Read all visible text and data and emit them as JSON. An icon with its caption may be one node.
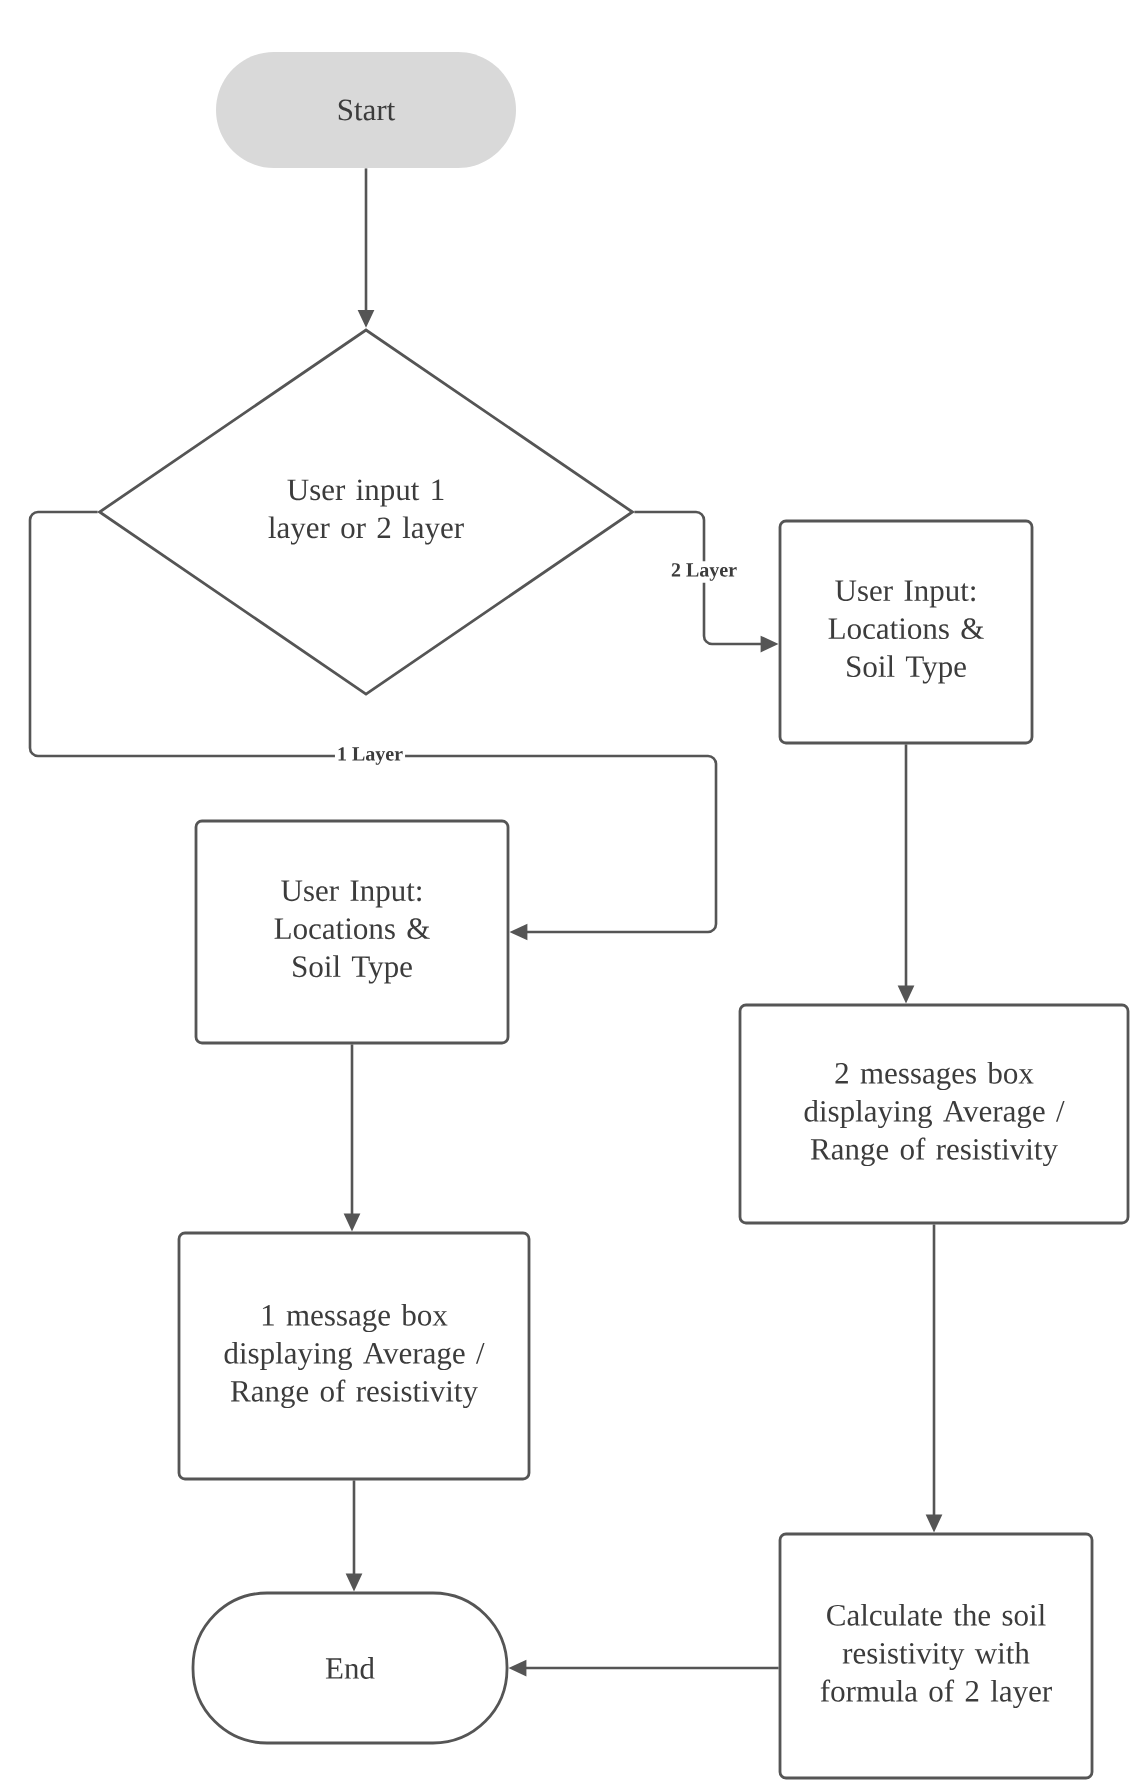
{
  "diagram": {
    "nodes": [
      {
        "text": [
          "Start"
        ]
      },
      {
        "text": [
          "User input 1 layer or 2 layer"
        ]
      },
      {
        "text": [
          "User Input: Locations & Soil Type"
        ]
      },
      {
        "text": [
          "User Input: Locations & Soil Type"
        ]
      },
      {
        "text": [
          "1 message box displaying Average / Range of resistivity"
        ]
      },
      {
        "text": [
          "2 messages box displaying Average / Range of resistivity"
        ]
      },
      {
        "text": [
          "Calculate the soil resistivity with formula of 2 layer"
        ]
      },
      {
        "text": [
          "End"
        ]
      }
    ],
    "edges": [
      {
        "from": 0,
        "to": 1,
        "arrow": "to"
      },
      {
        "from": 1,
        "to": 2,
        "arrow": "to",
        "label": "2 Layer"
      },
      {
        "from": 1,
        "to": 3,
        "arrow": "to",
        "label": "1 Layer"
      },
      {
        "from": 3,
        "to": 4,
        "arrow": "to"
      },
      {
        "from": 4,
        "to": 7,
        "arrow": "to"
      },
      {
        "from": 2,
        "to": 5,
        "arrow": "to"
      },
      {
        "from": 5,
        "to": 6,
        "arrow": "to"
      },
      {
        "from": 6,
        "to": 7,
        "arrow": "to"
      }
    ]
  }
}
